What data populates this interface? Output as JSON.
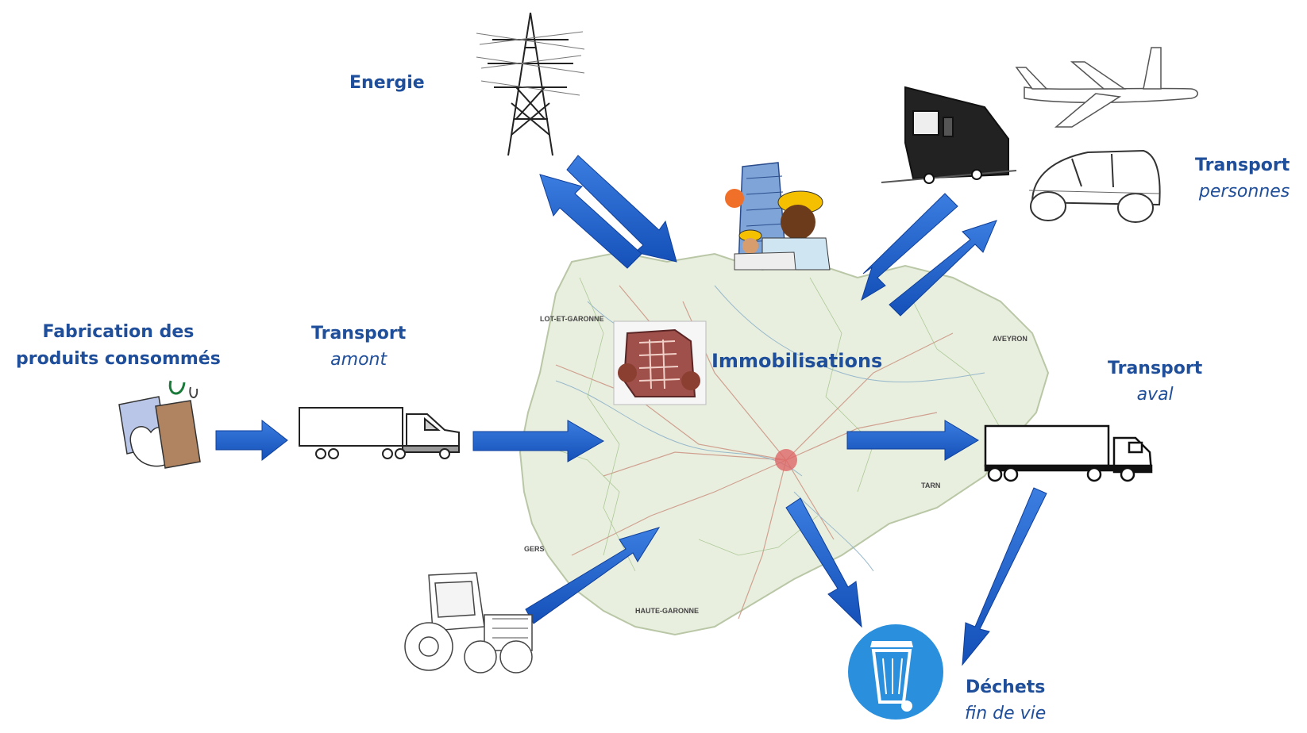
{
  "nodes": {
    "energie": {
      "label": "Energie"
    },
    "fabrication": {
      "line1": "Fabrication des",
      "line2": "produits consommés"
    },
    "transport_amont": {
      "label": "Transport",
      "sublabel": "amont"
    },
    "immobilisations": {
      "label": "Immobilisations"
    },
    "transport_aval": {
      "label": "Transport",
      "sublabel": "aval"
    },
    "transport_personnes": {
      "label": "Transport",
      "sublabel": "personnes"
    },
    "dechets": {
      "label": "Déchets",
      "sublabel": "fin de vie"
    }
  },
  "map_labels": {
    "lot_et_garonne": "LOT-ET-GARONNE",
    "aveyron": "AVEYRON",
    "tarn": "TARN",
    "gers": "GERS",
    "haute_garonne": "HAUTE-GARONNE"
  },
  "icons": [
    "pylon-icon",
    "airplane-icon",
    "train-icon",
    "car-icon",
    "workers-icon",
    "shopping-bags-icon",
    "truck-icon",
    "building-icon",
    "tractor-icon",
    "trash-bin-icon"
  ],
  "colors": {
    "arrow": "#1b5fce",
    "label": "#1f4e9a",
    "bin": "#2a8fdc",
    "map_bg": "#eaf0e0"
  }
}
